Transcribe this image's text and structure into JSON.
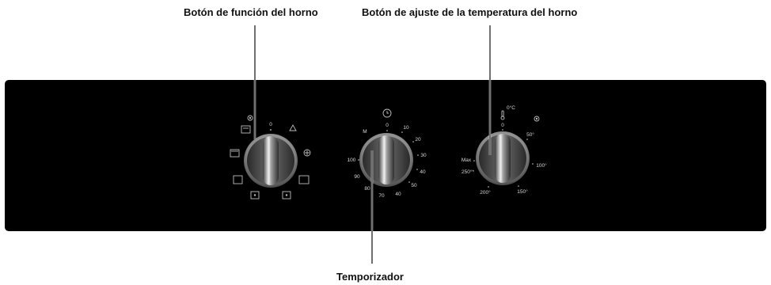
{
  "callouts": {
    "function_knob": "Botón de función del horno",
    "temperature_knob": "Botón de ajuste de la temperatura del horno",
    "timer": "Temporizador"
  },
  "function_dial": {
    "zero_label": "0",
    "symbols": [
      "fan-symbol",
      "grill-symbol",
      "top-heat-symbol",
      "defrost-symbol",
      "bottom-heat-symbol",
      "top-bottom-heat-symbol",
      "convection-symbol",
      "light-symbol"
    ]
  },
  "timer_dial": {
    "labels": {
      "M": "M",
      "0": "0",
      "10": "10",
      "20": "20",
      "30": "30",
      "40r": "40",
      "50": "50",
      "40b": "40",
      "70": "70",
      "80": "80",
      "90": "90",
      "100": "100"
    }
  },
  "temperature_dial": {
    "labels": {
      "zero": "0",
      "t50": "50°",
      "t100": "100°",
      "t150": "150°",
      "t200": "200°",
      "t250": "250°*",
      "max": "Max"
    },
    "thermo_label": "0°C"
  },
  "colors": {
    "panel": "#000000",
    "knob_ring": "#9a9a9a",
    "knob_body": "#5a5a5a",
    "text": "#d8d8d8"
  }
}
